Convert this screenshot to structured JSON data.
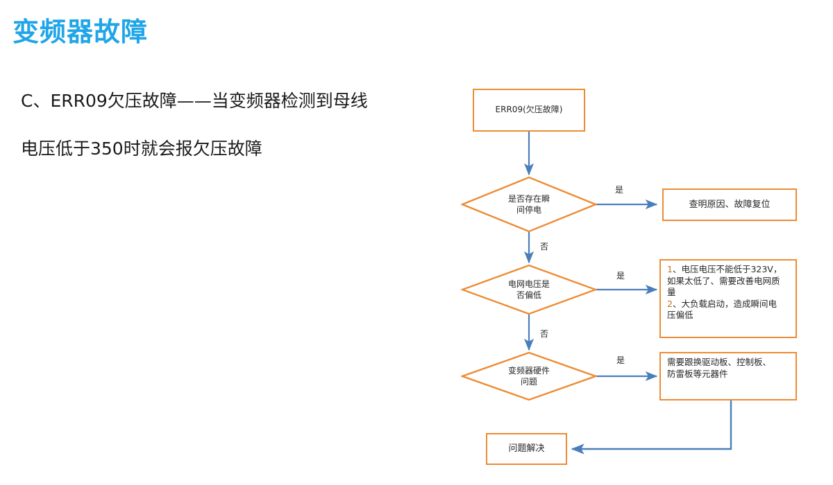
{
  "slide": {
    "title": "变频器故障",
    "title_color": "#1fa5e8",
    "background": "#ffffff",
    "body_paragraphs": [
      "C、ERR09欠压故障——当变频器检测到母线",
      "电压低于350时就会报欠压故障"
    ]
  },
  "theme": {
    "shape_border": "#ED8B33",
    "shape_fill": "#ffffff",
    "connector": "#4A7EBB",
    "text": "#262626",
    "number_accent": "#C4701E"
  },
  "flowchart": {
    "type": "flowchart",
    "nodes": [
      {
        "id": "start",
        "shape": "rect",
        "label": "ERR09(欠压故障)"
      },
      {
        "id": "decision-power-outage",
        "shape": "diamond",
        "label_lines": [
          "是否存在瞬",
          "间停电"
        ]
      },
      {
        "id": "action-investigate",
        "shape": "rect",
        "label": "查明原因、故障复位"
      },
      {
        "id": "decision-grid-voltage",
        "shape": "diamond",
        "label_lines": [
          "电网电压是",
          "否偏低"
        ]
      },
      {
        "id": "action-voltage-notes",
        "shape": "rect",
        "label_lines": [
          "1、电压电压不能低于323V，",
          "如果太低了、需要改善电网质",
          "量",
          "2、大负载启动，造成瞬间电",
          "压偏低"
        ]
      },
      {
        "id": "decision-hardware",
        "shape": "diamond",
        "label_lines": [
          "变频器硬件",
          "问题"
        ]
      },
      {
        "id": "action-replace-boards",
        "shape": "rect",
        "label_lines": [
          "需要跟换驱动板、控制板、",
          "防雷板等元器件"
        ]
      },
      {
        "id": "end-resolved",
        "shape": "rect",
        "label": "问题解决"
      }
    ],
    "edges": [
      {
        "id": "e-start-d1",
        "from": "start",
        "to": "decision-power-outage",
        "label": ""
      },
      {
        "id": "e-d1-yes",
        "from": "decision-power-outage",
        "to": "action-investigate",
        "label": "是"
      },
      {
        "id": "e-d1-no",
        "from": "decision-power-outage",
        "to": "decision-grid-voltage",
        "label": "否"
      },
      {
        "id": "e-d2-yes",
        "from": "decision-grid-voltage",
        "to": "action-voltage-notes",
        "label": "是"
      },
      {
        "id": "e-d2-no",
        "from": "decision-grid-voltage",
        "to": "decision-hardware",
        "label": "否"
      },
      {
        "id": "e-d3-yes",
        "from": "decision-hardware",
        "to": "action-replace-boards",
        "label": "是"
      },
      {
        "id": "e-boards-resolved",
        "from": "action-replace-boards",
        "to": "end-resolved",
        "label": ""
      }
    ]
  }
}
